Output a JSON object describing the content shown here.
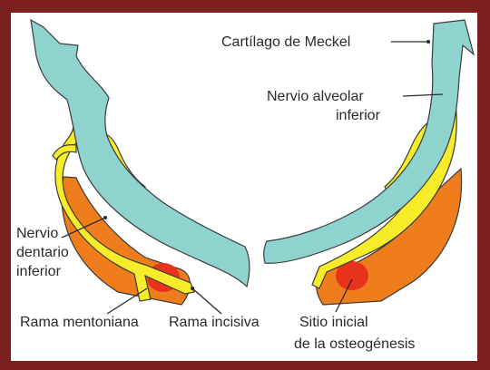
{
  "labels": {
    "meckel": "Cartílago de Meckel",
    "alveolar_1": "Nervio alveolar",
    "alveolar_2": "inferior",
    "dentario_1": "Nervio",
    "dentario_2": "dentario",
    "dentario_3": "inferior",
    "mentoniana": "Rama mentoniana",
    "incisiva": "Rama incisiva",
    "sitio_1": "Sitio inicial",
    "sitio_2": "de la osteogénesis"
  },
  "colors": {
    "frame": "#7b1f1f",
    "cartilage": "#8fd3cf",
    "nerve": "#f6ec2a",
    "bone": "#f07d1c",
    "ossification_center": "#e8331c",
    "outline": "#3b3b3b"
  }
}
